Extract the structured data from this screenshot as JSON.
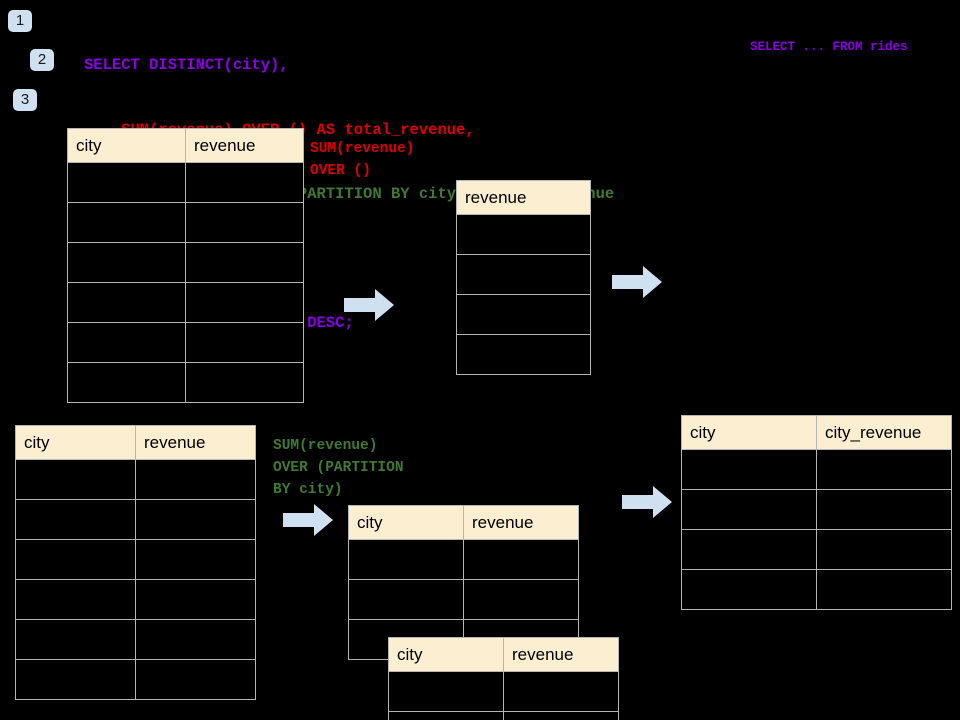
{
  "steps": [
    {
      "label": "1"
    },
    {
      "label": "2"
    },
    {
      "label": "3"
    }
  ],
  "sql": {
    "lines": [
      {
        "text": "SELECT DISTINCT(city),",
        "color": "purple"
      },
      {
        "text": "    SUM(revenue) OVER () AS total_revenue,",
        "color": "red"
      },
      {
        "text": "    SUM(revenue) OVER (PARTITION BY city) as city_revenue",
        "color": "green"
      },
      {
        "text": "  FROM rides",
        "color": "purple"
      },
      {
        "text": "  ORDER by city_revenue DESC;",
        "color": "purple"
      }
    ]
  },
  "side_note": {
    "text": "SELECT ... FROM rides"
  },
  "annotations": {
    "total_revenue": "SUM(revenue)\nOVER ()",
    "city_revenue": "SUM(revenue)\nOVER (PARTITION\nBY city)"
  },
  "tables": {
    "source_top": {
      "headers": [
        "city",
        "revenue"
      ],
      "rows": [
        [
          "",
          ""
        ],
        [
          "",
          ""
        ],
        [
          "",
          ""
        ],
        [
          "",
          ""
        ],
        [
          "",
          ""
        ],
        [
          "",
          ""
        ]
      ]
    },
    "revenue_agg": {
      "headers": [
        "revenue"
      ],
      "rows": [
        [
          ""
        ],
        [
          ""
        ],
        [
          ""
        ],
        [
          ""
        ]
      ]
    },
    "source_bottom": {
      "headers": [
        "city",
        "revenue"
      ],
      "rows": [
        [
          "",
          ""
        ],
        [
          "",
          ""
        ],
        [
          "",
          ""
        ],
        [
          "",
          ""
        ],
        [
          "",
          ""
        ],
        [
          "",
          ""
        ]
      ]
    },
    "partition_back": {
      "headers": [
        "city",
        "revenue"
      ],
      "rows": [
        [
          "",
          ""
        ],
        [
          "",
          ""
        ],
        [
          "",
          ""
        ]
      ]
    },
    "partition_front": {
      "headers": [
        "city",
        "revenue"
      ],
      "rows": [
        [
          "",
          ""
        ],
        [
          "",
          ""
        ]
      ]
    },
    "result": {
      "headers": [
        "city",
        "city_revenue"
      ],
      "rows": [
        [
          "",
          ""
        ],
        [
          "",
          ""
        ],
        [
          "",
          ""
        ],
        [
          "",
          ""
        ]
      ]
    }
  },
  "colors": {
    "background": "#000000",
    "header_fill": "#fceed0",
    "badge_fill": "#cfe0f0",
    "arrow_fill": "#cfe0f0",
    "grid_line": "#b5b5b5",
    "purple": "#8a00e6",
    "red": "#e00000",
    "green": "#3f7a33"
  },
  "arrows": [
    {
      "name": "arrow-source-to-revenue"
    },
    {
      "name": "arrow-revenue-to-result"
    },
    {
      "name": "arrow-source-to-partition"
    },
    {
      "name": "arrow-partition-to-result"
    }
  ]
}
